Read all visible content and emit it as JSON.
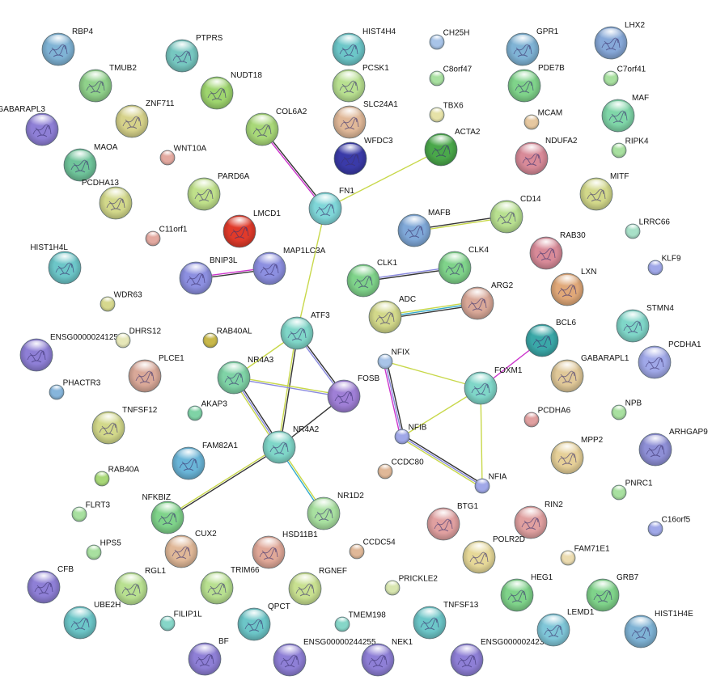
{
  "network": {
    "nodes": [
      {
        "id": "RBP4",
        "color": "#7fb3d5",
        "size": "large",
        "label_side": "right"
      },
      {
        "id": "PTPRS",
        "color": "#76c7c0",
        "size": "large",
        "label_side": "right"
      },
      {
        "id": "TMUB2",
        "color": "#8fd18a",
        "size": "large",
        "label_side": "right"
      },
      {
        "id": "NUDT18",
        "color": "#9ed56e",
        "size": "large",
        "label_side": "right"
      },
      {
        "id": "GABARAPL3",
        "color": "#8e7fd6",
        "size": "large",
        "label_side": "left"
      },
      {
        "id": "ZNF711",
        "color": "#d6d28a",
        "size": "large",
        "label_side": "right"
      },
      {
        "id": "MAOA",
        "color": "#6fc49a",
        "size": "large",
        "label_side": "right"
      },
      {
        "id": "WNT10A",
        "color": "#e3a9a0",
        "size": "small",
        "label_side": "right"
      },
      {
        "id": "COL6A2",
        "color": "#a8d878",
        "size": "large",
        "label_side": "right"
      },
      {
        "id": "PCDHA13",
        "color": "#d2d88a",
        "size": "large",
        "label_side": "left"
      },
      {
        "id": "PARD6A",
        "color": "#bfe08a",
        "size": "large",
        "label_side": "right"
      },
      {
        "id": "LMCD1",
        "color": "#e03a2a",
        "size": "large",
        "label_side": "right"
      },
      {
        "id": "C11orf1",
        "color": "#e3a9a0",
        "size": "small",
        "label_side": "right"
      },
      {
        "id": "HIST1H4L",
        "color": "#6cc6c8",
        "size": "large",
        "label_side": "left"
      },
      {
        "id": "BNIP3L",
        "color": "#8c8fe0",
        "size": "large",
        "label_side": "right"
      },
      {
        "id": "MAP1LC3A",
        "color": "#8c8fe0",
        "size": "large",
        "label_side": "right"
      },
      {
        "id": "WDR63",
        "color": "#d6d88e",
        "size": "small",
        "label_side": "right"
      },
      {
        "id": "ENSG00000241253",
        "color": "#8e7fd6",
        "size": "large",
        "label_side": "right"
      },
      {
        "id": "DHRS12",
        "color": "#e6e7b8",
        "size": "small",
        "label_side": "right"
      },
      {
        "id": "RAB40AL",
        "color": "#c8b84a",
        "size": "small",
        "label_side": "right"
      },
      {
        "id": "PLCE1",
        "color": "#d9a898",
        "size": "large",
        "label_side": "right"
      },
      {
        "id": "PHACTR3",
        "color": "#86b5db",
        "size": "small",
        "label_side": "right"
      },
      {
        "id": "TNFSF12",
        "color": "#d2d88a",
        "size": "large",
        "label_side": "right"
      },
      {
        "id": "AKAP3",
        "color": "#7fd3a6",
        "size": "small",
        "label_side": "right"
      },
      {
        "id": "RAB40A",
        "color": "#a8d878",
        "size": "small",
        "label_side": "right"
      },
      {
        "id": "FAM82A1",
        "color": "#6ab5d8",
        "size": "large",
        "label_side": "right"
      },
      {
        "id": "FLRT3",
        "color": "#a8e0a0",
        "size": "small",
        "label_side": "right"
      },
      {
        "id": "NFKBIZ",
        "color": "#7fd38a",
        "size": "large",
        "label_side": "left"
      },
      {
        "id": "CUX2",
        "color": "#e0b898",
        "size": "large",
        "label_side": "right"
      },
      {
        "id": "HPS5",
        "color": "#a8e0a0",
        "size": "small",
        "label_side": "right"
      },
      {
        "id": "CFB",
        "color": "#8e7fd6",
        "size": "large",
        "label_side": "right"
      },
      {
        "id": "RGL1",
        "color": "#b8e090",
        "size": "large",
        "label_side": "right"
      },
      {
        "id": "TRIM66",
        "color": "#b8e090",
        "size": "large",
        "label_side": "right"
      },
      {
        "id": "UBE2H",
        "color": "#6cc6c8",
        "size": "large",
        "label_side": "right"
      },
      {
        "id": "FILIP1L",
        "color": "#86d6c8",
        "size": "small",
        "label_side": "right"
      },
      {
        "id": "BF",
        "color": "#8e7fd6",
        "size": "large",
        "label_side": "right"
      },
      {
        "id": "HIST4H4",
        "color": "#6cc6c8",
        "size": "large",
        "label_side": "right"
      },
      {
        "id": "CH25H",
        "color": "#a8c4e8",
        "size": "small",
        "label_side": "right"
      },
      {
        "id": "PCSK1",
        "color": "#b8e090",
        "size": "large",
        "label_side": "right"
      },
      {
        "id": "C8orf47",
        "color": "#a8e0a0",
        "size": "small",
        "label_side": "right"
      },
      {
        "id": "SLC24A1",
        "color": "#e0b898",
        "size": "large",
        "label_side": "right"
      },
      {
        "id": "TBX6",
        "color": "#e6e2a8",
        "size": "small",
        "label_side": "right"
      },
      {
        "id": "WFDC3",
        "color": "#3a3aa8",
        "size": "large",
        "label_side": "right"
      },
      {
        "id": "ACTA2",
        "color": "#4aa84a",
        "size": "large",
        "label_side": "right"
      },
      {
        "id": "FN1",
        "color": "#7fd6d8",
        "size": "large",
        "label_side": "right"
      },
      {
        "id": "MAFB",
        "color": "#7fa8d8",
        "size": "large",
        "label_side": "right"
      },
      {
        "id": "CD14",
        "color": "#b8e090",
        "size": "large",
        "label_side": "right"
      },
      {
        "id": "CLK1",
        "color": "#7fd38a",
        "size": "large",
        "label_side": "right"
      },
      {
        "id": "CLK4",
        "color": "#7fd38a",
        "size": "large",
        "label_side": "right"
      },
      {
        "id": "ADC",
        "color": "#d2d88a",
        "size": "large",
        "label_side": "right"
      },
      {
        "id": "ARG2",
        "color": "#d9a898",
        "size": "large",
        "label_side": "right"
      },
      {
        "id": "ATF3",
        "color": "#7fd6c8",
        "size": "large",
        "label_side": "right"
      },
      {
        "id": "NR4A3",
        "color": "#7fd3a6",
        "size": "large",
        "label_side": "right"
      },
      {
        "id": "FOSB",
        "color": "#9f7fd6",
        "size": "large",
        "label_side": "right"
      },
      {
        "id": "NR4A2",
        "color": "#7fd6c8",
        "size": "large",
        "label_side": "right"
      },
      {
        "id": "NR1D2",
        "color": "#a8e0a0",
        "size": "large",
        "label_side": "right"
      },
      {
        "id": "HSD11B1",
        "color": "#e0a898",
        "size": "large",
        "label_side": "right"
      },
      {
        "id": "CCDC54",
        "color": "#e0b898",
        "size": "small",
        "label_side": "right"
      },
      {
        "id": "RGNEF",
        "color": "#c8e090",
        "size": "large",
        "label_side": "right"
      },
      {
        "id": "PRICKLE2",
        "color": "#d8e6b0",
        "size": "small",
        "label_side": "right"
      },
      {
        "id": "QPCT",
        "color": "#6cc6c8",
        "size": "large",
        "label_side": "right"
      },
      {
        "id": "TMEM198",
        "color": "#86d6c8",
        "size": "small",
        "label_side": "right"
      },
      {
        "id": "TNFSF13",
        "color": "#6cc6c8",
        "size": "large",
        "label_side": "right"
      },
      {
        "id": "ENSG00000244255",
        "color": "#8e7fd6",
        "size": "large",
        "label_side": "right"
      },
      {
        "id": "NEK1",
        "color": "#8e7fd6",
        "size": "large",
        "label_side": "right"
      },
      {
        "id": "ENSG00000242335",
        "color": "#8e7fd6",
        "size": "large",
        "label_side": "right"
      },
      {
        "id": "NFIX",
        "color": "#a8c4e8",
        "size": "small",
        "label_side": "right"
      },
      {
        "id": "NFIB",
        "color": "#a0a8e8",
        "size": "small",
        "label_side": "right"
      },
      {
        "id": "NFIA",
        "color": "#a0a8e8",
        "size": "small",
        "label_side": "right"
      },
      {
        "id": "CCDC80",
        "color": "#e0b898",
        "size": "small",
        "label_side": "right"
      },
      {
        "id": "FOXM1",
        "color": "#7fd6c8",
        "size": "large",
        "label_side": "right"
      },
      {
        "id": "BCL6",
        "color": "#3aa8a8",
        "size": "large",
        "label_side": "right"
      },
      {
        "id": "BTG1",
        "color": "#e0a0a0",
        "size": "large",
        "label_side": "right"
      },
      {
        "id": "RIN2",
        "color": "#e0a0a0",
        "size": "large",
        "label_side": "right"
      },
      {
        "id": "POLR2D",
        "color": "#e6d898",
        "size": "large",
        "label_side": "right"
      },
      {
        "id": "GPR1",
        "color": "#7fb3d5",
        "size": "large",
        "label_side": "right"
      },
      {
        "id": "LHX2",
        "color": "#86a8d8",
        "size": "large",
        "label_side": "right"
      },
      {
        "id": "PDE7B",
        "color": "#7fd38a",
        "size": "large",
        "label_side": "right"
      },
      {
        "id": "C7orf41",
        "color": "#a8e0a0",
        "size": "small",
        "label_side": "right"
      },
      {
        "id": "MAF",
        "color": "#7fd6a8",
        "size": "large",
        "label_side": "right"
      },
      {
        "id": "MCAM",
        "color": "#e6c8a0",
        "size": "small",
        "label_side": "right"
      },
      {
        "id": "NDUFA2",
        "color": "#d88a98",
        "size": "large",
        "label_side": "right"
      },
      {
        "id": "RIPK4",
        "color": "#a8e0a0",
        "size": "small",
        "label_side": "right"
      },
      {
        "id": "MITF",
        "color": "#d2d88a",
        "size": "large",
        "label_side": "right"
      },
      {
        "id": "LRRC66",
        "color": "#a8e0c8",
        "size": "small",
        "label_side": "right"
      },
      {
        "id": "RAB30",
        "color": "#d88a98",
        "size": "large",
        "label_side": "right"
      },
      {
        "id": "KLF9",
        "color": "#a0a8e8",
        "size": "small",
        "label_side": "right"
      },
      {
        "id": "LXN",
        "color": "#e0a878",
        "size": "large",
        "label_side": "right"
      },
      {
        "id": "STMN4",
        "color": "#7fd6c8",
        "size": "large",
        "label_side": "right"
      },
      {
        "id": "PCDHA1",
        "color": "#a0a8e8",
        "size": "large",
        "label_side": "right"
      },
      {
        "id": "GABARAPL1",
        "color": "#e0c898",
        "size": "large",
        "label_side": "right"
      },
      {
        "id": "PCDHA6",
        "color": "#e0a0a0",
        "size": "small",
        "label_side": "right"
      },
      {
        "id": "NPB",
        "color": "#a8e0a0",
        "size": "small",
        "label_side": "right"
      },
      {
        "id": "MPP2",
        "color": "#e6d098",
        "size": "large",
        "label_side": "right"
      },
      {
        "id": "ARHGAP9",
        "color": "#8e8fd6",
        "size": "large",
        "label_side": "right"
      },
      {
        "id": "PNRC1",
        "color": "#a8e0a0",
        "size": "small",
        "label_side": "right"
      },
      {
        "id": "C16orf5",
        "color": "#a0a8e8",
        "size": "small",
        "label_side": "right"
      },
      {
        "id": "FAM71E1",
        "color": "#ecdcb0",
        "size": "small",
        "label_side": "right"
      },
      {
        "id": "HEG1",
        "color": "#7fd38a",
        "size": "large",
        "label_side": "right"
      },
      {
        "id": "GRB7",
        "color": "#7fd38a",
        "size": "large",
        "label_side": "right"
      },
      {
        "id": "LEMD1",
        "color": "#7fc6d8",
        "size": "large",
        "label_side": "right"
      },
      {
        "id": "HIST1H4E",
        "color": "#7fb3d5",
        "size": "large",
        "label_side": "right"
      }
    ],
    "edges": [
      {
        "source": "COL6A2",
        "target": "FN1",
        "colors": [
          "#333333",
          "#cc33cc"
        ]
      },
      {
        "source": "FN1",
        "target": "ACTA2",
        "colors": [
          "#c8d84a"
        ]
      },
      {
        "source": "FN1",
        "target": "ATF3",
        "colors": [
          "#c8d84a"
        ]
      },
      {
        "source": "BNIP3L",
        "target": "MAP1LC3A",
        "colors": [
          "#cc33cc",
          "#333333"
        ]
      },
      {
        "source": "MAFB",
        "target": "CD14",
        "colors": [
          "#333333",
          "#c8d84a"
        ]
      },
      {
        "source": "CLK1",
        "target": "CLK4",
        "colors": [
          "#8888dd",
          "#333333"
        ]
      },
      {
        "source": "ADC",
        "target": "ARG2",
        "colors": [
          "#c8d84a",
          "#33aacc",
          "#333333"
        ]
      },
      {
        "source": "ATF3",
        "target": "NR4A3",
        "colors": [
          "#c8d84a"
        ]
      },
      {
        "source": "ATF3",
        "target": "FOSB",
        "colors": [
          "#333333",
          "#8888dd"
        ]
      },
      {
        "source": "ATF3",
        "target": "NR4A2",
        "colors": [
          "#333333",
          "#c8d84a"
        ]
      },
      {
        "source": "NR4A3",
        "target": "FOSB",
        "colors": [
          "#c8d84a",
          "#8888dd"
        ]
      },
      {
        "source": "NR4A3",
        "target": "NR4A2",
        "colors": [
          "#333333",
          "#8888dd",
          "#c8d84a"
        ]
      },
      {
        "source": "FOSB",
        "target": "NR4A2",
        "colors": [
          "#333333"
        ]
      },
      {
        "source": "NR4A2",
        "target": "NR1D2",
        "colors": [
          "#c8d84a",
          "#33aacc"
        ]
      },
      {
        "source": "NR4A2",
        "target": "NFKBIZ",
        "colors": [
          "#333333",
          "#c8d84a"
        ]
      },
      {
        "source": "NFIX",
        "target": "NFIB",
        "colors": [
          "#333333",
          "#8888dd",
          "#cc33cc"
        ]
      },
      {
        "source": "NFIB",
        "target": "NFIA",
        "colors": [
          "#333333",
          "#8888dd",
          "#c8d84a"
        ]
      },
      {
        "source": "NFIX",
        "target": "FOXM1",
        "colors": [
          "#c8d84a"
        ]
      },
      {
        "source": "NFIB",
        "target": "FOXM1",
        "colors": [
          "#c8d84a"
        ]
      },
      {
        "source": "NFIA",
        "target": "FOXM1",
        "colors": [
          "#c8d84a"
        ]
      },
      {
        "source": "FOXM1",
        "target": "BCL6",
        "colors": [
          "#cc33cc"
        ]
      }
    ]
  }
}
